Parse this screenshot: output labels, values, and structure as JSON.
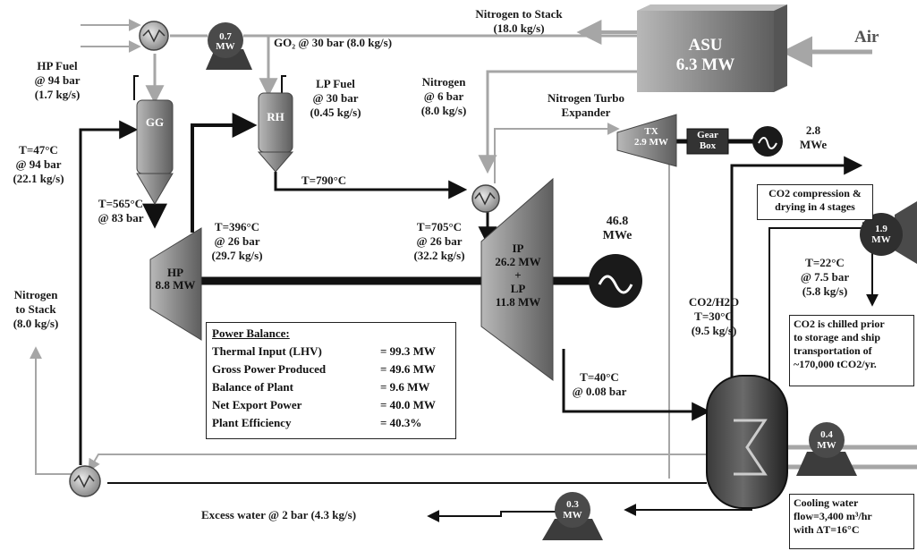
{
  "asu": {
    "title": "ASU",
    "power": "6.3 MW"
  },
  "air_label": "Air",
  "nitrogen_stack_top": [
    "Nitrogen to Stack",
    "(18.0 kg/s)"
  ],
  "go2_label": "GO₂ @ 30 bar (8.0 kg/s)",
  "pump_top": [
    "0.7",
    "MW"
  ],
  "hp_fuel": [
    "HP Fuel",
    "@ 94 bar",
    "(1.7 kg/s)"
  ],
  "lp_fuel": [
    "LP Fuel",
    "@ 30 bar",
    "(0.45 kg/s)"
  ],
  "nitrogen_6bar": [
    "Nitrogen",
    "@ 6 bar",
    "(8.0 kg/s)"
  ],
  "turbo_expander_label": [
    "Nitrogen Turbo",
    "Expander"
  ],
  "tx": {
    "name": "TX",
    "power": "2.9 MW"
  },
  "gearbox": [
    "Gear",
    "Box"
  ],
  "tx_output": [
    "2.8",
    "MWe"
  ],
  "gg_label": "GG",
  "rh_label": "RH",
  "t47": [
    "T=47°C",
    "@ 94 bar",
    "(22.1 kg/s)"
  ],
  "t565": [
    "T=565°C",
    "@ 83 bar"
  ],
  "t790": "T=790°C",
  "t396": [
    "T=396°C",
    "@ 26 bar",
    "(29.7 kg/s)"
  ],
  "t705": [
    "T=705°C",
    "@ 26 bar",
    "(32.2 kg/s)"
  ],
  "hp": {
    "name": "HP",
    "power": "8.8 MW"
  },
  "ip": {
    "name": "IP",
    "power": "26.2 MW",
    "plus": "+",
    "lp_name": "LP",
    "lp_power": "11.8 MW"
  },
  "main_output": [
    "46.8",
    "MWe"
  ],
  "nitrogen_stack_left": [
    "Nitrogen",
    "to Stack",
    "(8.0 kg/s)"
  ],
  "power_balance": {
    "title": "Power Balance:",
    "rows": [
      {
        "label": "Thermal Input (LHV)",
        "value": "= 99.3 MW"
      },
      {
        "label": "Gross Power Produced",
        "value": "= 49.6 MW"
      },
      {
        "label": "Balance of Plant",
        "value": "= 9.6 MW"
      },
      {
        "label": "Net Export Power",
        "value": "= 40.0 MW"
      },
      {
        "label": "Plant Efficiency",
        "value": "= 40.3%"
      }
    ]
  },
  "t40": [
    "T=40°C",
    "@ 0.08 bar"
  ],
  "co2h2o": [
    "CO2/H2O",
    "T=30°C",
    "(9.5 kg/s)"
  ],
  "co2_compression_box": [
    "CO2 compression &",
    "drying in 4 stages"
  ],
  "pump_19": [
    "1.9",
    "MW"
  ],
  "t22": [
    "T=22°C",
    "@ 7.5 bar",
    "(5.8 kg/s)"
  ],
  "co2_chilled_box": [
    "CO2 is chilled prior",
    "to storage and ship",
    "transportation of",
    "~170,000 tCO2/yr."
  ],
  "pump_04": [
    "0.4",
    "MW"
  ],
  "pump_03": [
    "0.3",
    "MW"
  ],
  "excess_water": "Excess water @ 2 bar (4.3 kg/s)",
  "cooling_water_box": [
    "Cooling water",
    "flow=3,400 m³/hr",
    "with ΔT=16°C"
  ],
  "colors": {
    "black_line": "#111111",
    "gray_line": "#a6a6a6",
    "equipment": "#7f7f7f",
    "pump": "#4a4a4a"
  }
}
